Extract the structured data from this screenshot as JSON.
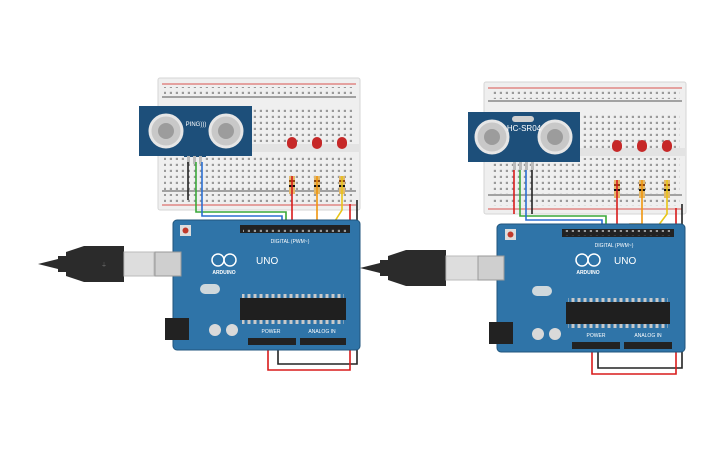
{
  "canvas": {
    "background": "#ffffff"
  },
  "colors": {
    "breadboard": "#efefef",
    "breadboard_rail_red": "#d9534f",
    "breadboard_rail_blue": "#555555",
    "arduino_board": "#2f74a8",
    "arduino_dark": "#21557c",
    "sensor_board": "#1d4f7a",
    "led_red": "#c62828",
    "wire_red": "#d81b1b",
    "wire_black": "#222222",
    "wire_green": "#39a839",
    "wire_blue": "#2b6fd1",
    "wire_orange": "#f0960e",
    "wire_yellow": "#e8c516",
    "usb_cable": "#2b2b2b",
    "usb_plug": "#dddddd"
  },
  "circuits": [
    {
      "id": "left",
      "sensor": {
        "label": "PING)))",
        "icon": "ultrasonic-sensor-icon"
      },
      "arduino": {
        "model": "UNO",
        "brand": "ARDUINO",
        "digital_label": "DIGITAL (PWM~)",
        "power_label": "POWER",
        "analog_label": "ANALOG IN"
      },
      "leds": 3
    },
    {
      "id": "right",
      "sensor": {
        "label": "HC-SR04",
        "icon": "ultrasonic-sensor-icon"
      },
      "arduino": {
        "model": "UNO",
        "brand": "ARDUINO",
        "digital_label": "DIGITAL (PWM~)",
        "power_label": "POWER",
        "analog_label": "ANALOG IN"
      },
      "leds": 3
    }
  ]
}
